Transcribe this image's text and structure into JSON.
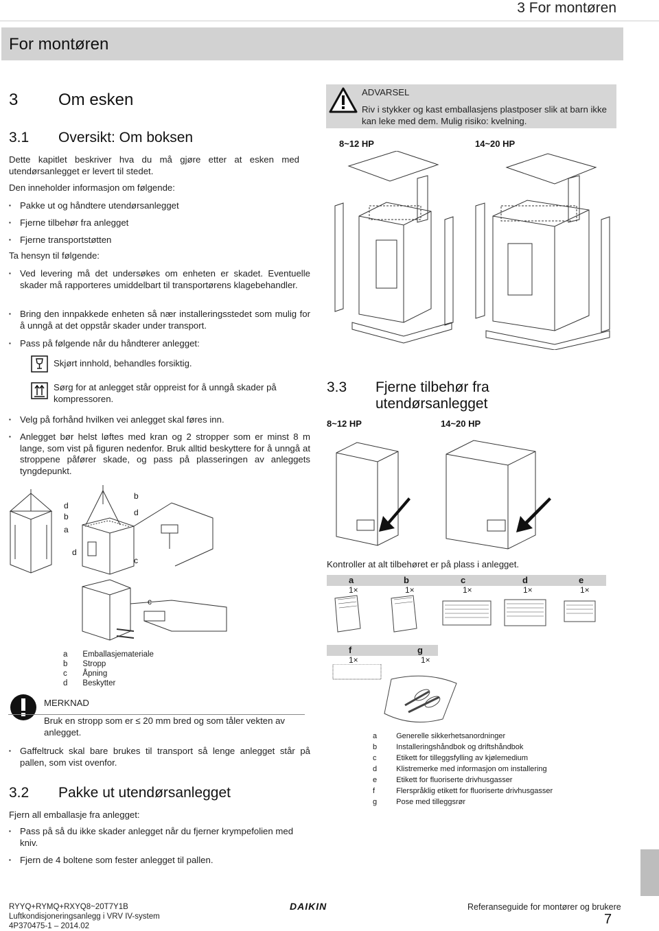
{
  "header": {
    "chapter_right": "3 For montøren",
    "banner": "For montøren"
  },
  "section3": {
    "num": "3",
    "title": "Om esken",
    "sub_num": "3.1",
    "sub_title": "Oversikt: Om boksen",
    "intro": "Dette kapitlet beskriver hva du må gjøre etter at esken med utendørsanlegget er levert til stedet.",
    "contains": "Den inneholder informasjon om følgende:",
    "list1": [
      "Pakke ut og håndtere utendørsanlegget",
      "Fjerne tilbehør fra anlegget",
      "Fjerne transportstøtten"
    ],
    "consider": "Ta hensyn til følgende:",
    "list2": [
      "Ved levering må det undersøkes om enheten er skadet. Eventuelle skader må rapporteres umiddelbart til transportørens klagebehandler.",
      "Bring den innpakkede enheten så nær installeringsstedet som mulig for å unngå at det oppstår skader under transport.",
      "Pass på følgende når du håndterer anlegget:"
    ],
    "fragile": "Skjørt innhold, behandles forsiktig.",
    "upright": "Sørg for at anlegget står oppreist for å unngå skader på kompressoren.",
    "list3": [
      "Velg på forhånd hvilken vei anlegget skal føres inn.",
      "Anlegget bør helst løftes med kran og 2 stropper som er minst 8 m lange, som vist på figuren nedenfor. Bruk alltid beskyttere for å unngå at stroppene påfører skade, og pass på plasseringen av anleggets tyngdepunkt."
    ],
    "fig_letters": {
      "d": "d",
      "b": "b",
      "a": "a",
      "c": "c"
    },
    "legend": [
      {
        "k": "a",
        "v": "Emballasjemateriale"
      },
      {
        "k": "b",
        "v": "Stropp"
      },
      {
        "k": "c",
        "v": "Åpning"
      },
      {
        "k": "d",
        "v": "Beskytter"
      }
    ],
    "note_title": "MERKNAD",
    "note_text": "Bruk en stropp som er ≤ 20 mm bred og som tåler vekten av anlegget.",
    "forklift": "Gaffeltruck skal bare brukes til transport så lenge anlegget står på pallen, som vist ovenfor."
  },
  "section32": {
    "num": "3.2",
    "title": "Pakke ut utendørsanlegget",
    "intro": "Fjern all emballasje fra anlegget:",
    "list": [
      "Pass på så du ikke skader anlegget når du fjerner krympefolien med kniv.",
      "Fjern de 4 boltene som fester anlegget til pallen."
    ]
  },
  "warning": {
    "title": "ADVARSEL",
    "text": "Riv i stykker og kast emballasjens plastposer slik at barn ikke kan leke med dem. Mulig risiko: kvelning."
  },
  "fig_unpack": {
    "hp_small": "8~12 HP",
    "hp_large": "14~20 HP"
  },
  "section33": {
    "num": "3.3",
    "title": "Fjerne tilbehør fra utendørsanlegget",
    "hp_small": "8~12 HP",
    "hp_large": "14~20 HP",
    "check": "Kontroller at alt tilbehøret er på plass i anlegget.",
    "acc_headers": [
      "a",
      "b",
      "c",
      "d",
      "e"
    ],
    "acc_qty": [
      "1×",
      "1×",
      "1×",
      "1×",
      "1×"
    ],
    "acc_headers2": [
      "f",
      "g"
    ],
    "acc_qty2": [
      "1×",
      "1×"
    ],
    "legend": [
      {
        "k": "a",
        "v": "Generelle sikkerhetsanordninger"
      },
      {
        "k": "b",
        "v": "Installeringshåndbok og driftshåndbok"
      },
      {
        "k": "c",
        "v": "Etikett for tilleggsfylling av kjølemedium"
      },
      {
        "k": "d",
        "v": "Klistremerke med informasjon om installering"
      },
      {
        "k": "e",
        "v": "Etikett for fluoriserte drivhusgasser"
      },
      {
        "k": "f",
        "v": "Flerspråklig etikett for fluoriserte drivhusgasser"
      },
      {
        "k": "g",
        "v": "Pose med tilleggsrør"
      }
    ]
  },
  "footer": {
    "model": "RYYQ+RYMQ+RXYQ8~20T7Y1B",
    "desc": "Luftkondisjoneringsanlegg i VRV IV-system",
    "doc": "4P370475-1 – 2014.02",
    "brand": "DAIKIN",
    "guide": "Referanseguide for montører og brukere",
    "page": "7"
  }
}
